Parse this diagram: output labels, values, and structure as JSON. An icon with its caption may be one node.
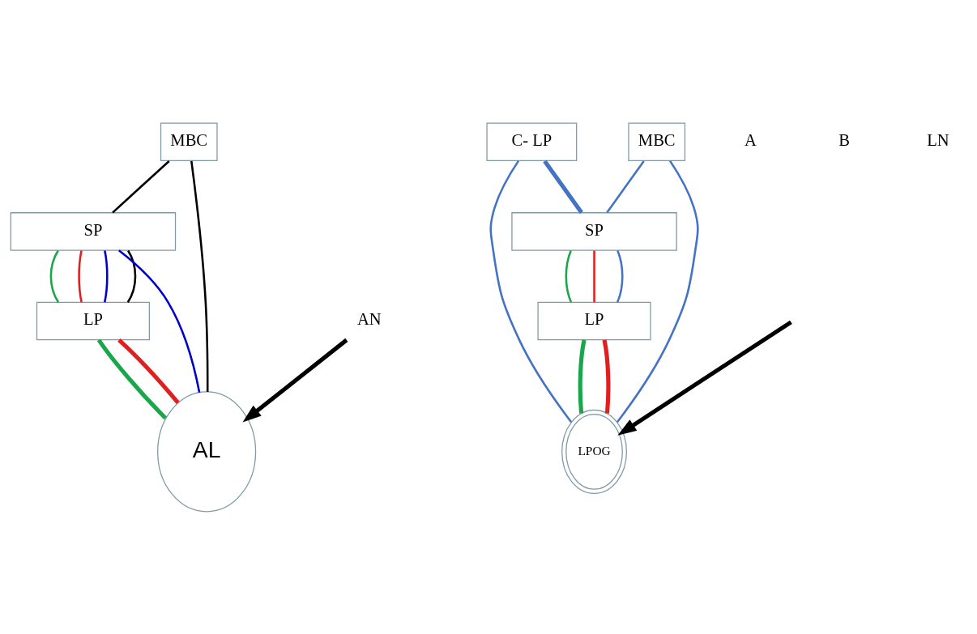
{
  "diagram": {
    "nodes": [
      {
        "text": [
          "MBC"
        ]
      },
      {
        "text": [
          "SP"
        ]
      },
      {
        "text": [
          "LP"
        ]
      },
      {
        "text": [
          "AL"
        ]
      },
      {
        "text": [
          "AN"
        ]
      },
      {
        "text": [
          "C- LP"
        ]
      },
      {
        "text": [
          "MBC"
        ]
      },
      {
        "text": [
          "SP"
        ]
      },
      {
        "text": [
          "LP"
        ]
      },
      {
        "text": [
          "LPOG"
        ]
      }
    ],
    "edges": [
      {
        "from": 0,
        "to": 1,
        "arrow": "none",
        "color": "#000000"
      },
      {
        "from": 0,
        "to": 3,
        "arrow": "none",
        "color": "#000000"
      },
      {
        "from": 1,
        "to": 3,
        "arrow": "none",
        "color": "#0000cc"
      },
      {
        "from": 1,
        "to": 2,
        "arrow": "none",
        "color": "#1aa64a"
      },
      {
        "from": 2,
        "to": 3,
        "arrow": "none",
        "color": "#1aa64a",
        "style": "thick"
      },
      {
        "from": 1,
        "to": 2,
        "arrow": "none",
        "color": "#e02020"
      },
      {
        "from": 1,
        "to": 2,
        "arrow": "none",
        "color": "#0000cc"
      },
      {
        "from": 1,
        "to": 2,
        "arrow": "none",
        "color": "#000000"
      },
      {
        "from": 2,
        "to": 3,
        "arrow": "none",
        "color": "#e02020",
        "style": "thick"
      },
      {
        "from": 4,
        "to": 3,
        "arrow": "to",
        "color": "#000000",
        "style": "thick"
      },
      {
        "from": 5,
        "to": 7,
        "arrow": "none",
        "color": "#4472c4",
        "style": "thick"
      },
      {
        "from": 5,
        "to": 9,
        "arrow": "none",
        "color": "#4472c4"
      },
      {
        "from": 6,
        "to": 7,
        "arrow": "none",
        "color": "#4472c4"
      },
      {
        "from": 6,
        "to": 9,
        "arrow": "none",
        "color": "#4472c4"
      },
      {
        "from": 7,
        "to": 8,
        "arrow": "none",
        "color": "#1aa64a"
      },
      {
        "from": 7,
        "to": 8,
        "arrow": "none",
        "color": "#e02020"
      },
      {
        "from": 7,
        "to": 8,
        "arrow": "none",
        "color": "#4472c4"
      },
      {
        "from": 8,
        "to": 9,
        "arrow": "none",
        "color": "#1aa64a",
        "style": "thick"
      },
      {
        "from": 8,
        "to": 9,
        "arrow": "none",
        "color": "#e02020",
        "style": "thick"
      },
      {
        "from": null,
        "to": 9,
        "arrow": "to",
        "color": "#000000",
        "style": "thick"
      }
    ],
    "labels": [
      "A",
      "B",
      "LN"
    ]
  }
}
